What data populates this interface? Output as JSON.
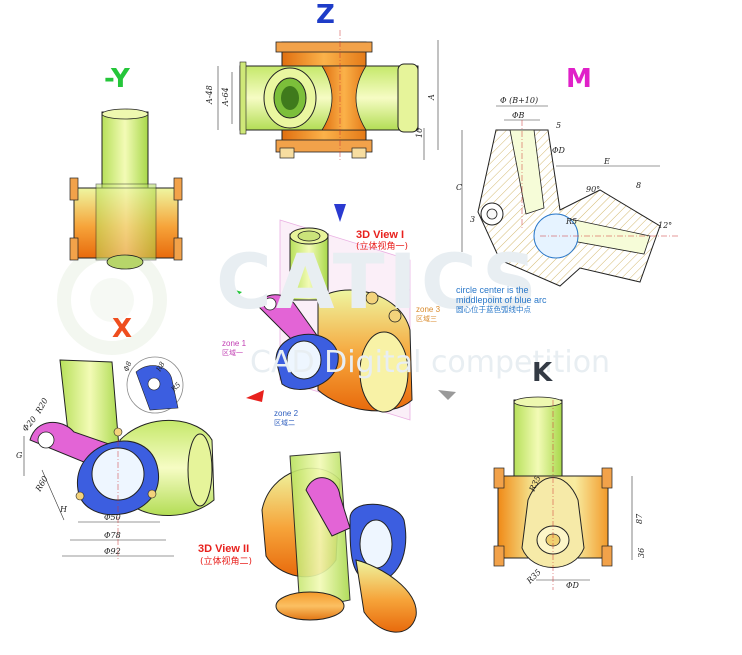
{
  "views": {
    "z": {
      "label": "Z",
      "color": "#1e3cc8"
    },
    "neg_y": {
      "label": "-Y",
      "color": "#25c63a"
    },
    "m": {
      "label": "M",
      "color": "#e020c8"
    },
    "x": {
      "label": "X",
      "color": "#ef4e1e"
    },
    "k": {
      "label": "K",
      "color": "#333a44"
    }
  },
  "view3d_1": {
    "title": "3D View I",
    "subtitle": "(立体视角一)"
  },
  "view3d_2": {
    "title": "3D View II",
    "subtitle": "(立体视角二)"
  },
  "zones": {
    "zone1": {
      "en": "zone 1",
      "cn": "区域一",
      "color": "#c23fb3"
    },
    "zone2": {
      "en": "zone 2",
      "cn": "区域二",
      "color": "#2f5fbf"
    },
    "zone3": {
      "en": "zone 3",
      "cn": "区域三",
      "color": "#d98a2b"
    }
  },
  "note": {
    "en_line1": "circle center is the",
    "en_line2": "middlepoint of blue arc",
    "cn": "圆心位于蓝色弧线中点"
  },
  "watermark": {
    "big": "CATICS",
    "sub": "CAD Digital competition"
  },
  "dims": {
    "z": [
      "A-48",
      "A-64",
      "A",
      "10"
    ],
    "m": [
      "Φ (B+10)",
      "ΦB",
      "ΦD",
      "5",
      "E",
      "C",
      "90°",
      "8",
      "3",
      "R5",
      "12°"
    ],
    "x": [
      "R20",
      "Φ20",
      "G",
      "R60",
      "H",
      "Φ50",
      "Φ78",
      "Φ92",
      "Φ8",
      "R8",
      "R5"
    ],
    "k": [
      "R35",
      "87",
      "36",
      "R35",
      "ΦD"
    ]
  },
  "colors": {
    "green_light": "#eaf78a",
    "green": "#aee04e",
    "orange": "#f08a17",
    "orange_dark": "#c85a0a",
    "pink": "#e364d6",
    "blue": "#3c5ee0"
  }
}
